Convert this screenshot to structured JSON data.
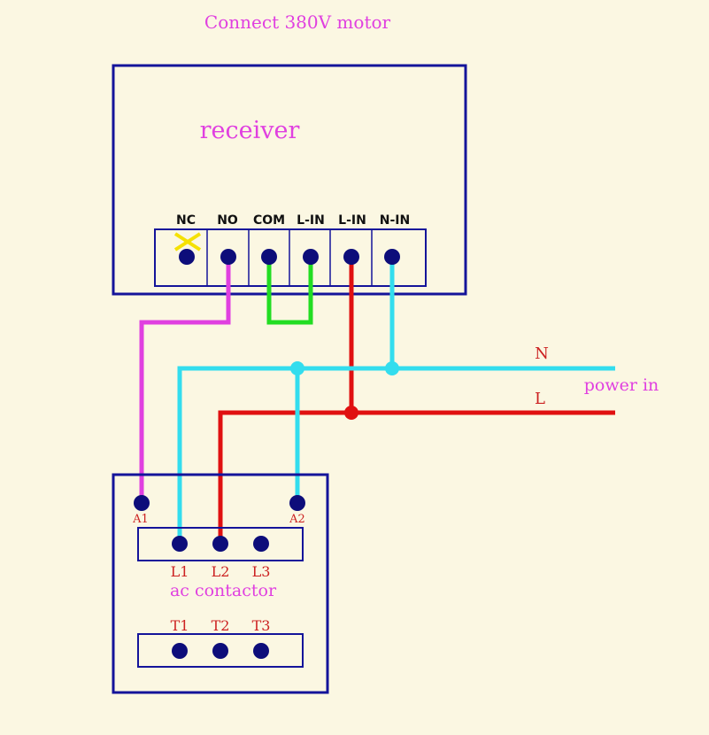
{
  "title": "Connect 380V motor",
  "receiver": {
    "label": "receiver",
    "terminals": [
      "NC",
      "NO",
      "COM",
      "L-IN",
      "L-IN",
      "N-IN"
    ]
  },
  "power": {
    "n_label": "N",
    "l_label": "L",
    "label": "power in"
  },
  "contactor": {
    "label": "ac contactor",
    "coil": [
      "A1",
      "A2"
    ],
    "line": [
      "L1",
      "L2",
      "L3"
    ],
    "load": [
      "T1",
      "T2",
      "T3"
    ]
  },
  "colors": {
    "background": "#fbf7e2",
    "box": "#14149a",
    "terminal": "#0d0d7a",
    "title": "#e040e0",
    "magenta_wire": "#e040e0",
    "green_wire": "#22dd22",
    "red_wire": "#e01010",
    "cyan_wire": "#33ddee",
    "nc_cross": "#f5e100",
    "label_red": "#cc2222"
  }
}
